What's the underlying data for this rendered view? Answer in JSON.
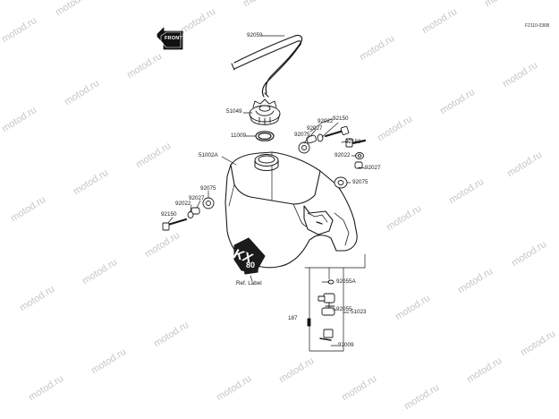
{
  "diagram": {
    "drawing_code": "F2110-036B",
    "front_label": "FRONT",
    "tank_decal": "KX",
    "tank_decal_sub": "80",
    "ref_label": "Ref. Label",
    "watermark": "motod.ru",
    "parts": {
      "p92059": "92059",
      "p51049": "51049",
      "p11009": "11009",
      "p51002A": "51002A",
      "p92150_top": "92150",
      "p92022_top": "92022",
      "p92027_top": "92027",
      "p92075_top": "92075",
      "p92150_right": "92150",
      "p92022_right": "92022",
      "p92027_right": "92027",
      "p92075_right": "92075",
      "p92075_left": "92075",
      "p92027_left": "92027",
      "p92022_left": "92022",
      "p92150_left": "92150",
      "p92055A": "92055A",
      "p92055": "92055",
      "p51023": "51023",
      "p187": "187",
      "p92009": "92009"
    }
  }
}
